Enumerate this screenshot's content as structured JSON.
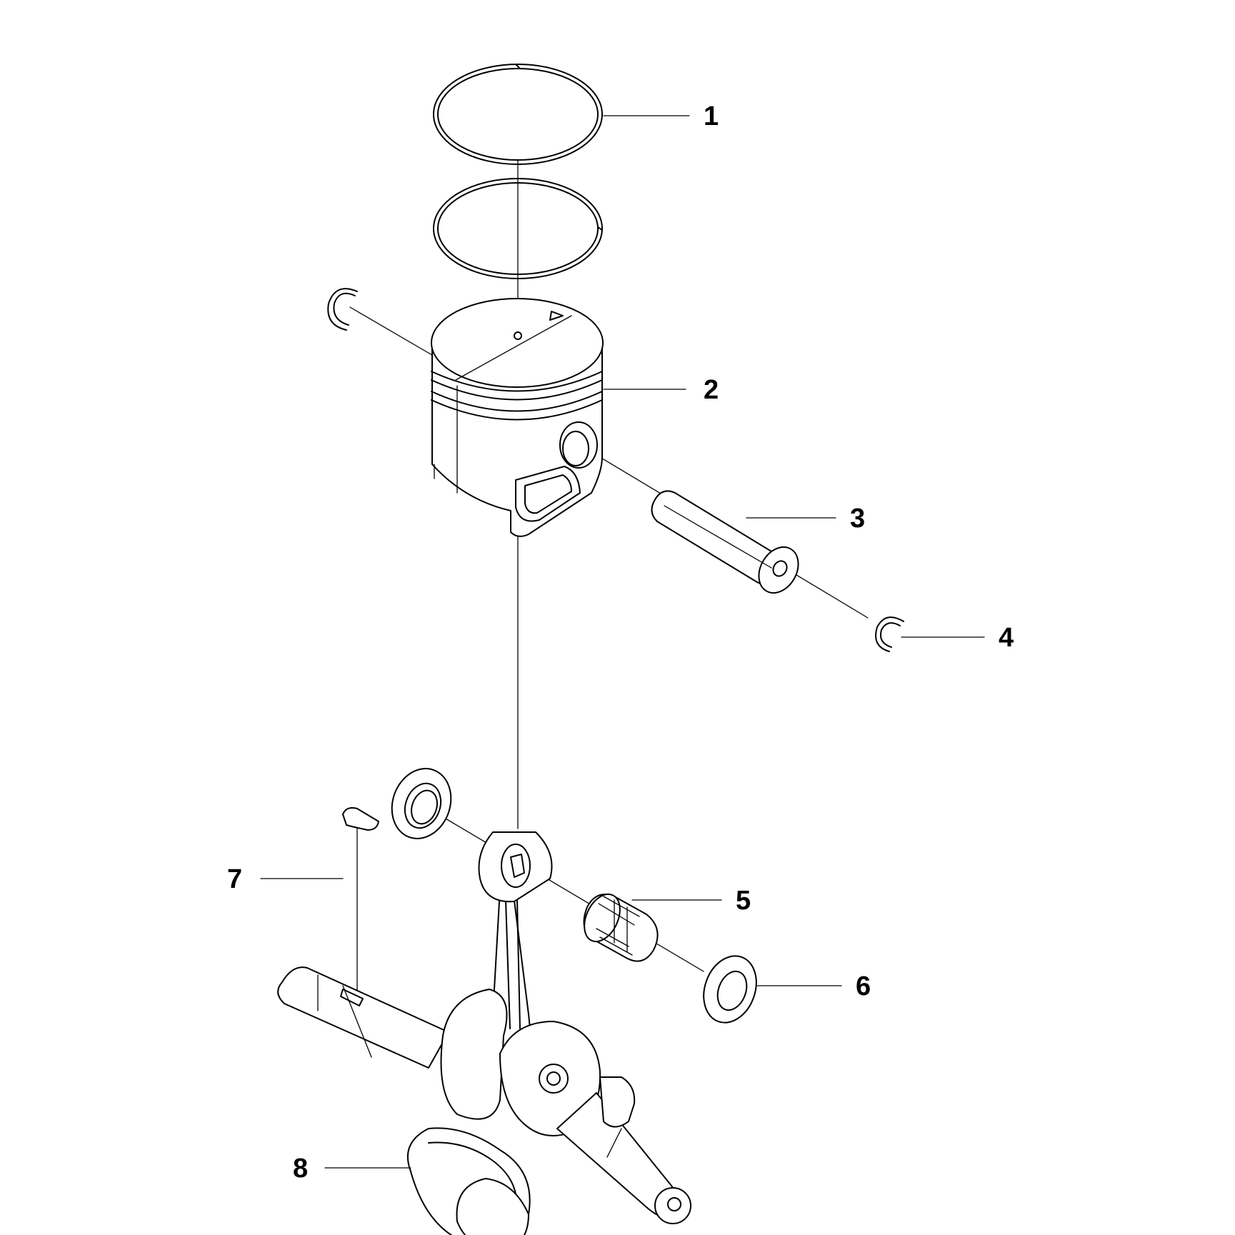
{
  "callouts": [
    {
      "number": "1",
      "part": "piston-rings"
    },
    {
      "number": "2",
      "part": "piston"
    },
    {
      "number": "3",
      "part": "piston-pin"
    },
    {
      "number": "4",
      "part": "circlip"
    },
    {
      "number": "5",
      "part": "needle-bearing"
    },
    {
      "number": "6",
      "part": "thrust-washer"
    },
    {
      "number": "7",
      "part": "woodruff-key"
    },
    {
      "number": "8",
      "part": "crankshaft"
    }
  ]
}
